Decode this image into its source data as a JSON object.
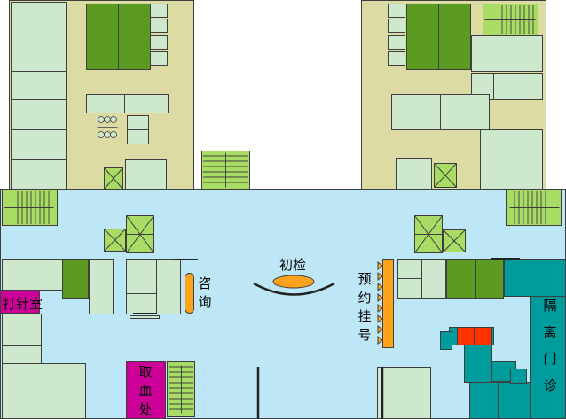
{
  "colors": {
    "hall": "#bde7f7",
    "beige": "#dcdba4",
    "room": "#cde8cd",
    "dark_green": "#5b9b22",
    "light_green": "#a9dc64",
    "teal": "#009b9b",
    "magenta": "#cc0099",
    "orange": "#ffa31a",
    "red": "#ff3300",
    "line": "#3e3e3e"
  },
  "labels": {
    "injection_room": "打针室",
    "consultation": "咨询",
    "initial_check": "初检",
    "registration": "预约挂号",
    "blood_collection": "取血处",
    "isolation_clinic": "隔离门诊"
  }
}
